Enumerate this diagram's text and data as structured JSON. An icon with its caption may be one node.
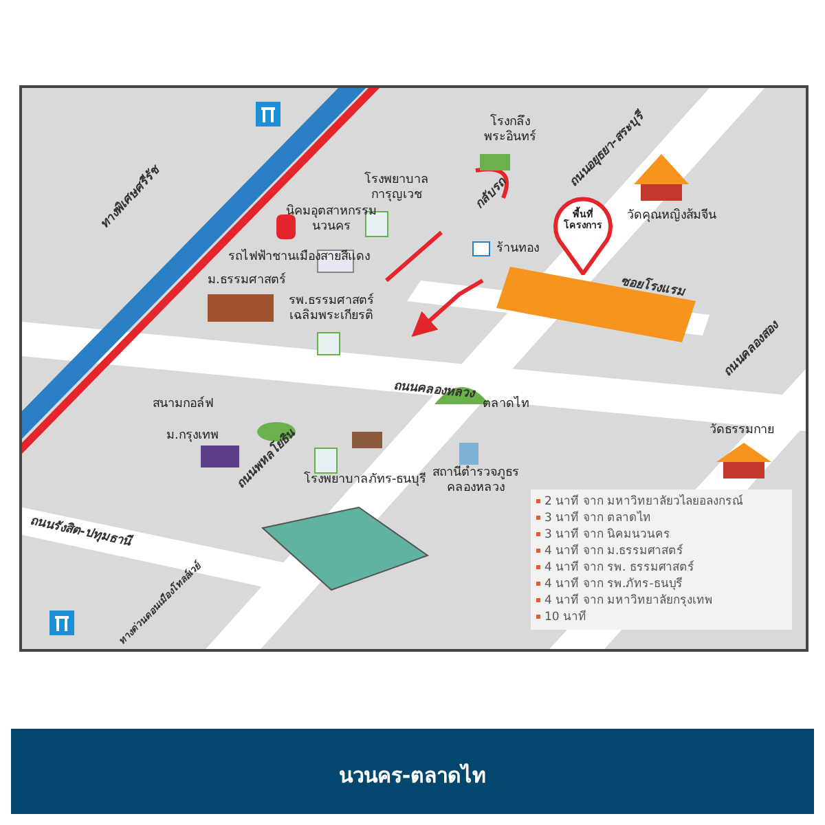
{
  "diagram": {
    "title": "นวนคร-ตลาดไท",
    "nodes": [
      {
        "text": [
          "พื้นที่โครงการ"
        ]
      }
    ],
    "labels": [
      "ทางพิเศษศรีรัช",
      "รถไฟฟ้าชานเมืองสายสีแดง",
      "โรงกลึง พระอินทร์",
      "ถนนอยุธยา-สระบุรี",
      "กลับรถ",
      "วัดคุณหญิงส้มจีน",
      "โรงพยาบาล การุญเวช",
      "นิคมอุตสาหกรรม นวนคร",
      "ร้านทอง",
      "ม.ธรรมศาสตร์",
      "รพ.ธรรมศาสตร์ เฉลิมพระเกียรติ",
      "ซอยโรงแรม",
      "ถนนคลองสอง",
      "ตลาดไท",
      "สนามกอล์ฟ",
      "ถนนคลองหลวง",
      "วัดธรรมกาย",
      "ม.กรุงเทพ",
      "ถนนพหลโยธิน",
      "โรงพยาบาลภัทร-ธนบุรี",
      "สถานีตำรวจภูธร คลองหลวง",
      "ถนนรังสิต-ปทุมธานี",
      "ทางด่วนดอนเมืองโทลล์เวย์",
      "2 นาที จาก มหาวิทยาลัยวไลยอลงกรณ์",
      "3 นาที จาก ตลาดไท",
      "3 นาที จาก นิคมนวนคร",
      "4 นาที จาก ม.ธรรมศาสตร์",
      "4 นาที จาก รพ. ธรรมศาสตร์",
      "4 นาที จาก รพ.ภัทร-ธนบุรี",
      "4 นาที จาก มหาวิทยาลัยกรุงเทพ",
      "10 นาที"
    ]
  }
}
